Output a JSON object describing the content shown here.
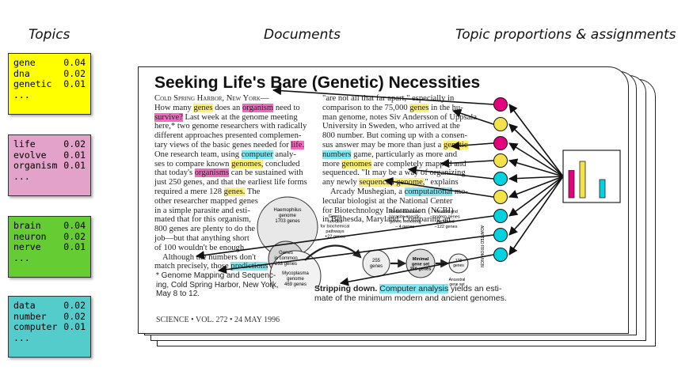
{
  "headers": {
    "topics": "Topics",
    "documents": "Documents",
    "proportions": "Topic proportions & assignments"
  },
  "colors": {
    "yellow": "#ffff00",
    "pink": "#e3a2c9",
    "green": "#66cc33",
    "cyan": "#55cccc",
    "token_magenta": "#e5007e",
    "token_yellow": "#f4e24b",
    "token_cyan": "#00d2e0"
  },
  "topics": [
    {
      "color": "#ffff00",
      "words": [
        {
          "word": "gene",
          "prob": "0.04"
        },
        {
          "word": "dna",
          "prob": "0.02"
        },
        {
          "word": "genetic",
          "prob": "0.01"
        }
      ]
    },
    {
      "color": "#e3a2c9",
      "words": [
        {
          "word": "life",
          "prob": "0.02"
        },
        {
          "word": "evolve",
          "prob": "0.01"
        },
        {
          "word": "organism",
          "prob": "0.01"
        }
      ]
    },
    {
      "color": "#66cc33",
      "words": [
        {
          "word": "brain",
          "prob": "0.04"
        },
        {
          "word": "neuron",
          "prob": "0.02"
        },
        {
          "word": "nerve",
          "prob": "0.01"
        }
      ]
    },
    {
      "color": "#55cccc",
      "words": [
        {
          "word": "data",
          "prob": "0.02"
        },
        {
          "word": "number",
          "prob": "0.02"
        },
        {
          "word": "computer",
          "prob": "0.01"
        }
      ]
    }
  ],
  "ellipsis": "...",
  "article": {
    "headline": "Seeking Life's Bare (Genetic) Necessities",
    "dateline": "Cold Spring Harbor, New York—",
    "footnote": "* Genome Mapping and Sequenc-\ning, Cold Spring Harbor, New York,\nMay 8 to 12.",
    "footer": "SCIENCE • VOL. 272 • 24 MAY 1996",
    "caption_bold": "Stripping down.",
    "caption_highlight": "Computer analysis",
    "caption_rest": " yields an esti-",
    "caption_line2": "mate of the minimum modern and ancient genomes.",
    "figure": {
      "haemophilus": "Haemophilus\ngenome\n1703 genes",
      "common": "Genes\nin common\n233 genes",
      "mycoplasma": "Mycoplasma\ngenome\n469 genes",
      "needed": "Genes\nneeded\nfor biochemical\npathways\n+22 genes",
      "redundant": "Redundant and\nparasite-specific\ngenes removed\n− 4 genes",
      "ancient": "Related and\nmodern genes\nremoved\n−122 genes",
      "g255": "255\ngenes",
      "minimal": "Minimal\ngene set\n250 genes",
      "ancestral": "Ancestral\ngene set",
      "g128": "128\ngenes",
      "credit": "ADAPTED FROM NCBI"
    }
  },
  "proportions": {
    "bars": [
      {
        "color": "#e5007e",
        "value": 0.75
      },
      {
        "color": "#f4e24b",
        "value": 1.0
      },
      {
        "color": "#66cc33",
        "value": 0.0
      },
      {
        "color": "#00d2e0",
        "value": 0.5
      }
    ],
    "tokens": [
      "#e5007e",
      "#f4e24b",
      "#e5007e",
      "#f4e24b",
      "#00d2e0",
      "#f4e24b",
      "#00d2e0",
      "#00d2e0",
      "#00d2e0"
    ]
  }
}
